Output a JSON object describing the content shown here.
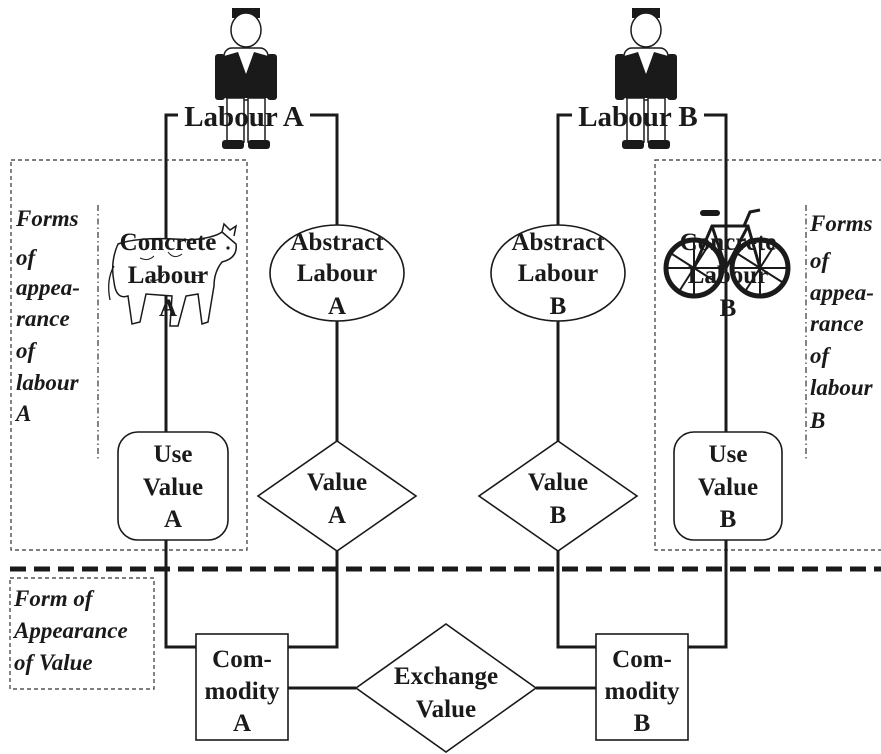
{
  "labour_a": {
    "label": "Labour A"
  },
  "labour_b": {
    "label": "Labour B"
  },
  "concrete_a": {
    "lines": [
      "Concrete",
      "Labour",
      "A"
    ]
  },
  "concrete_b": {
    "lines": [
      "Concrete",
      "Labour",
      "B"
    ]
  },
  "abstract_a": {
    "lines": [
      "Abstract",
      "Labour",
      "A"
    ]
  },
  "abstract_b": {
    "lines": [
      "Abstract",
      "Labour",
      "B"
    ]
  },
  "use_value_a": {
    "lines": [
      "Use",
      "Value",
      "A"
    ]
  },
  "use_value_b": {
    "lines": [
      "Use",
      "Value",
      "B"
    ]
  },
  "value_a": {
    "lines": [
      "Value",
      "A"
    ]
  },
  "value_b": {
    "lines": [
      "Value",
      "B"
    ]
  },
  "commodity_a": {
    "lines": [
      "Com-",
      "modity",
      "A"
    ]
  },
  "commodity_b": {
    "lines": [
      "Com-",
      "modity",
      "B"
    ]
  },
  "exchange_value": {
    "lines": [
      "Exchange",
      "Value"
    ]
  },
  "forms_a": {
    "lines": [
      "Forms",
      "of",
      "appea-",
      "rance",
      "of",
      "labour",
      "A"
    ]
  },
  "forms_b": {
    "lines": [
      "Forms",
      "of",
      "appea-",
      "rance",
      "of",
      "labour",
      "B"
    ]
  },
  "form_of_value": {
    "lines": [
      "Form of",
      "Appearance",
      "of Value"
    ]
  },
  "icons": {
    "worker_a": "worker-figure-icon",
    "worker_b": "worker-figure-icon",
    "cow": "cow-icon",
    "bicycle": "bicycle-icon"
  }
}
